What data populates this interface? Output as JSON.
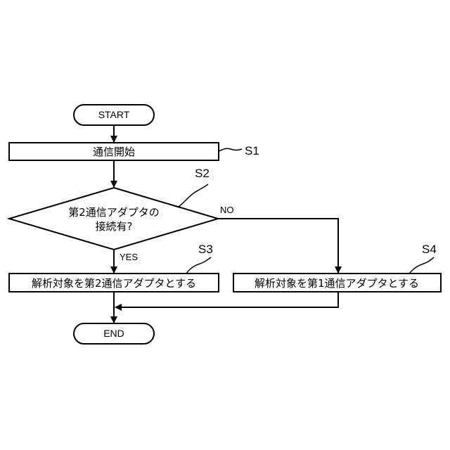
{
  "flowchart": {
    "start_label": "START",
    "end_label": "END",
    "step1": {
      "id": "S1",
      "text": "通信開始"
    },
    "step2": {
      "id": "S2",
      "line1": "第2通信アダプタの",
      "line2": "接続有?"
    },
    "step3": {
      "id": "S3",
      "text": "解析対象を第2通信アダプタとする"
    },
    "step4": {
      "id": "S4",
      "text": "解析対象を第1通信アダプタとする"
    },
    "yes_label": "YES",
    "no_label": "NO"
  }
}
